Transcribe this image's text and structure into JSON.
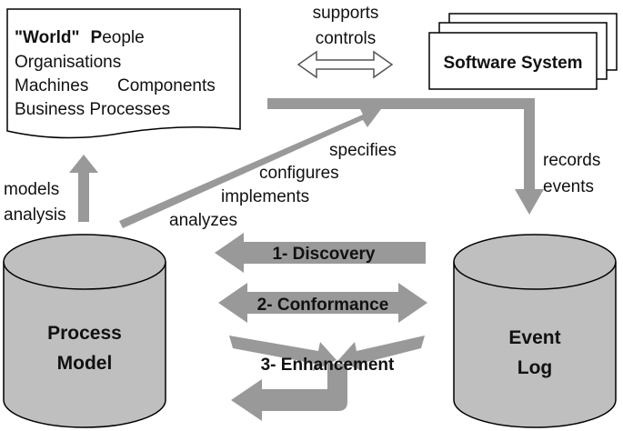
{
  "world_box": {
    "line1_world": "\"World\"",
    "line1_people_initial": "P",
    "line1_people_rest": "eople",
    "line2": "Organisations",
    "line3a": "Machines",
    "line3b": "Components",
    "line4": "Business Processes"
  },
  "top_arrow": {
    "line1": "supports",
    "line2": "controls"
  },
  "software_system": {
    "label": "Software System"
  },
  "left_arrow": {
    "line1": "models",
    "line2": "analysis"
  },
  "diagonal_arrow": {
    "specifies": "specifies",
    "configures": "configures",
    "implements": "implements",
    "analyzes": "analyzes"
  },
  "right_arrow": {
    "line1": "records",
    "line2": "events"
  },
  "process_model": {
    "line1": "Process",
    "line2": "Model"
  },
  "event_log": {
    "line1": "Event",
    "line2": "Log"
  },
  "middle_arrows": {
    "discovery": "1- Discovery",
    "conformance": "2- Conformance",
    "enhancement": "3- Enhancement"
  },
  "colors": {
    "arrow_gray": "#999999",
    "stroke": "#000000"
  }
}
